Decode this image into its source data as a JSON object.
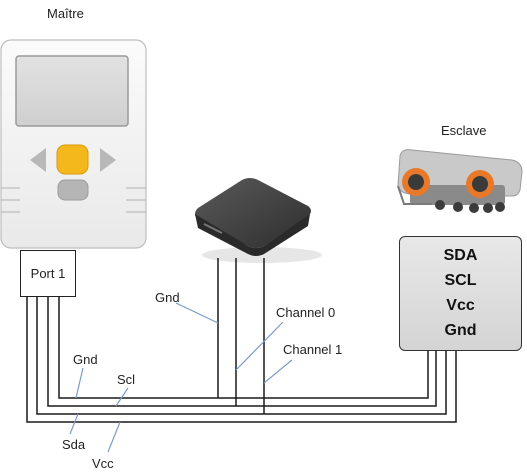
{
  "master": {
    "title": "Maître",
    "port_label": "Port 1"
  },
  "slave": {
    "title": "Esclave",
    "pins": [
      "SDA",
      "SCL",
      "Vcc",
      "Gnd"
    ]
  },
  "hub": {
    "channels": [
      "Gnd",
      "Channel 0",
      "Channel 1"
    ]
  },
  "wires": {
    "gnd": "Gnd",
    "scl": "Scl",
    "sda": "Sda",
    "vcc": "Vcc"
  },
  "colors": {
    "wire": "#1a1a1a",
    "button_orange": "#f5b81c",
    "brick_body": "#f4f4f4",
    "hub_body": "#4a4a4a",
    "sensor_orange": "#e8792a"
  }
}
